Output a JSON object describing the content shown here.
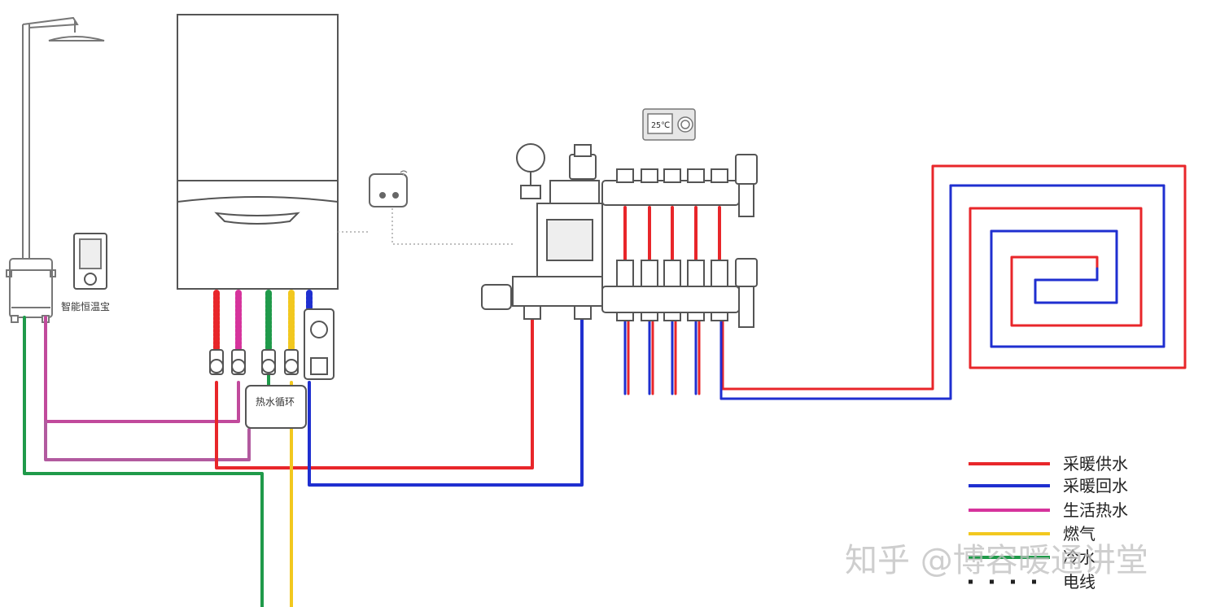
{
  "labels": {
    "smart_thermostat_box": "智能恒温宝",
    "hot_water_circulation": "热水循环",
    "thermostat_display": "25℃"
  },
  "legend": [
    {
      "label": "采暖供水",
      "color": "#e8262a",
      "style": "solid"
    },
    {
      "label": "采暖回水",
      "color": "#1f2fd0",
      "style": "solid"
    },
    {
      "label": "生活热水",
      "color": "#d6339c",
      "style": "solid"
    },
    {
      "label": "燃气",
      "color": "#f2c81f",
      "style": "solid"
    },
    {
      "label": "冷水",
      "color": "#1f9a4a",
      "style": "solid"
    },
    {
      "label": "电线",
      "color": "#222222",
      "style": "dotted"
    }
  ],
  "watermark": "知乎 @博容暖通讲堂",
  "colors": {
    "supply": "#e8262a",
    "return": "#1f2fd0",
    "domestic_hot": "#d6339c",
    "gas": "#f2c81f",
    "cold": "#1f9a4a",
    "outline": "#555555",
    "wire": "#aaaaaa"
  }
}
